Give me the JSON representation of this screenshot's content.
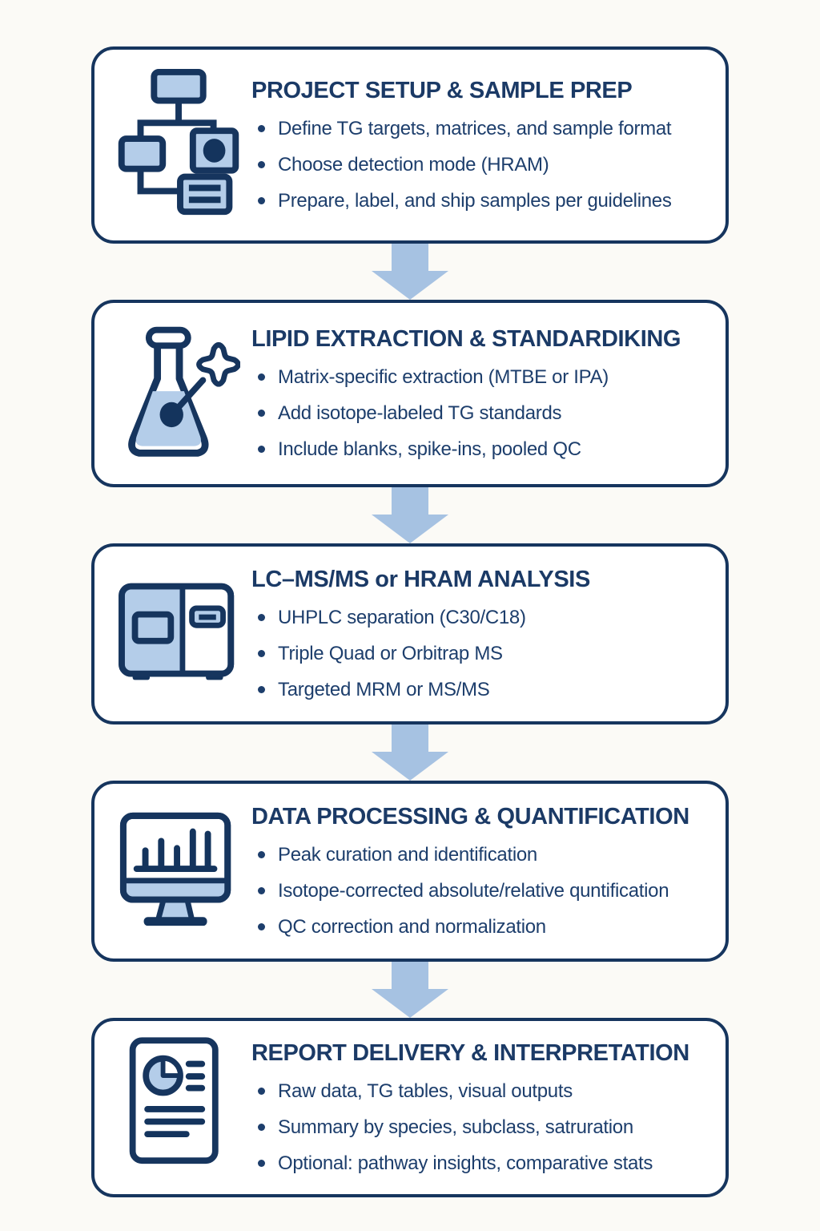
{
  "colors": {
    "navy_border": "#16355e",
    "navy_text": "#1d3e6c",
    "icon_light_blue": "#b4cde9",
    "arrow_blue": "#a6c2e2",
    "page_background": "#fbfaf6",
    "card_background": "#ffffff"
  },
  "cards": [
    {
      "icon": "org-chart-icon",
      "title": "PROJECT SETUP & SAMPLE PREP",
      "bullets": [
        "Define TG targets, matrices, and sample format",
        "Choose detection mode (HRAM)",
        "Prepare, label, and ship samples per guidelines"
      ]
    },
    {
      "icon": "flask-icon",
      "title": "LIPID EXTRACTION & STANDARDIKING",
      "bullets": [
        "Matrix-specific extraction (MTBE or IPA)",
        "Add isotope-labeled TG standards",
        "Include blanks, spike-ins, pooled QC"
      ]
    },
    {
      "icon": "mass-spec-instrument-icon",
      "title": "LC–MS/MS or HRAM ANALYSIS",
      "bullets": [
        "UHPLC separation (C30/C18)",
        "Triple Quad or Orbitrap MS",
        "Targeted MRM or MS/MS"
      ]
    },
    {
      "icon": "monitor-chart-icon",
      "title": "DATA PROCESSING & QUANTIFICATION",
      "bullets": [
        "Peak curation and identification",
        "Isotope-corrected absolute/relative quntification",
        "QC correction and normalization"
      ]
    },
    {
      "icon": "report-document-icon",
      "title": "REPORT DELIVERY & INTERPRETATION",
      "bullets": [
        "Raw data, TG tables, visual outputs",
        "Summary by species, subclass, satruration",
        "Optional: pathway insights, comparative stats"
      ]
    }
  ]
}
